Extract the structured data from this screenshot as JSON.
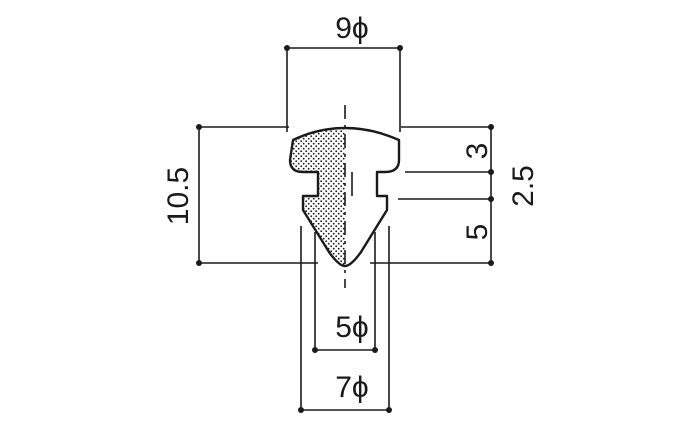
{
  "drawing": {
    "colors": {
      "ink": "#1a1a1a",
      "paper": "#ffffff"
    },
    "dimensions": {
      "top_diameter": "9ϕ",
      "head_height": "3",
      "neck_height": "2.5",
      "lower_height": "5",
      "total_height": "10.5",
      "shaft_diameter": "5ϕ",
      "base_diameter": "7ϕ"
    }
  }
}
